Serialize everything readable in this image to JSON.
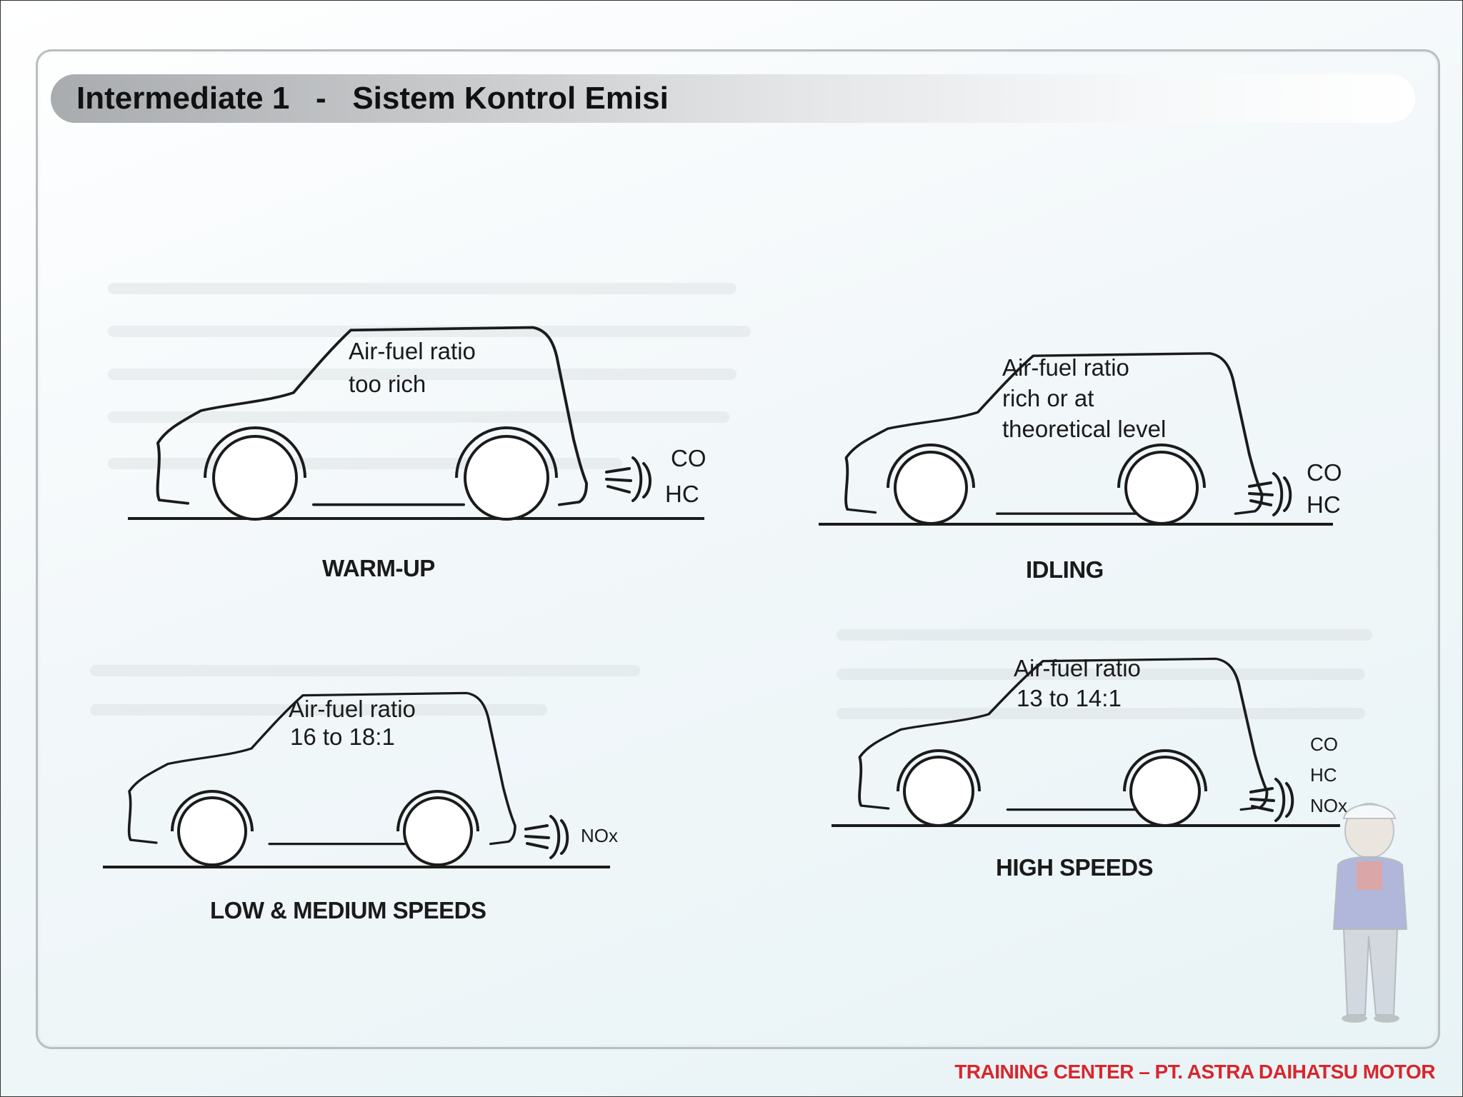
{
  "header": {
    "title": "Intermediate 1   -   Sistem Kontrol Emisi"
  },
  "panels": {
    "warmup": {
      "ratio_line1": "Air-fuel ratio",
      "ratio_line2": "too rich",
      "gas1": "CO",
      "gas2": "HC",
      "caption": "WARM-UP"
    },
    "idling": {
      "ratio_line1": "Air-fuel ratio",
      "ratio_line2": "rich or at",
      "ratio_line3": "theoretical level",
      "gas1": "CO",
      "gas2": "HC",
      "caption": "IDLING"
    },
    "low_medium": {
      "ratio_line1": "Air-fuel ratio",
      "ratio_line2": "16 to 18:1",
      "gas1": "NOx",
      "caption": "LOW & MEDIUM SPEEDS"
    },
    "high": {
      "ratio_line1": "Air-fuel ratio",
      "ratio_line2": "13 to 14:1",
      "gas1": "CO",
      "gas2": "HC",
      "gas3": "NOx",
      "caption": "HIGH SPEEDS"
    }
  },
  "footer": {
    "text": "TRAINING CENTER – PT. ASTRA DAIHATSU MOTOR"
  },
  "colors": {
    "footer": "#d8262c",
    "title_bar_start": "#a9acaf"
  },
  "icons": {
    "mascot": "mechanic-mascot-icon"
  }
}
